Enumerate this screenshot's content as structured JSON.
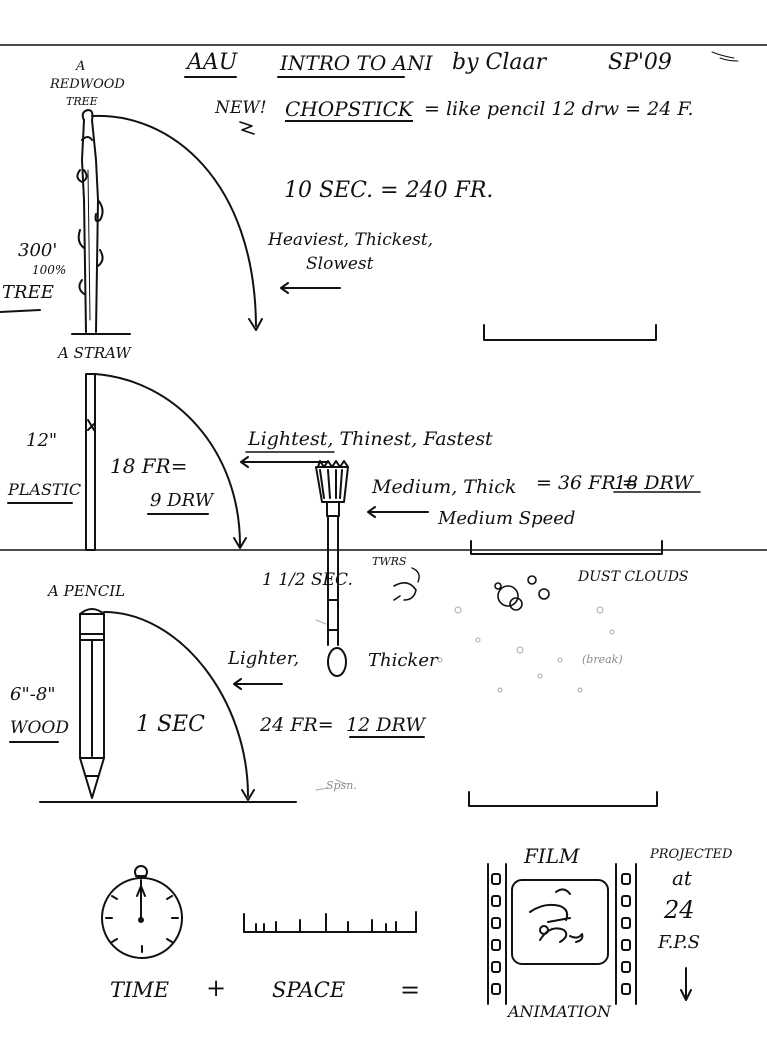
{
  "header": {
    "course_code": "AAU",
    "title": "INTRO TO ANI",
    "author": "by Claar",
    "term": "SP'09"
  },
  "notes": {
    "new": "NEW!",
    "chopstick": "CHOPSTICK",
    "chopstick_rest": "= like pencil  12 drw = 24 F.",
    "seconds": "10 SEC. = 240 FR."
  },
  "tree": {
    "title_a": "A",
    "title_b": "REDWOOD",
    "title_c": "TREE",
    "height": "300'",
    "percent": "100%",
    "label": "TREE",
    "description_1": "Heaviest, Thickest,",
    "description_2": "Slowest"
  },
  "straw": {
    "title": "A STRAW",
    "height": "12\"",
    "material": "PLASTIC",
    "frames": "18 FR=",
    "drawings": "9 DRW",
    "description": "Lightest, Thinest, Fastest"
  },
  "brush": {
    "description_1": "Medium, Thick",
    "description_2": "Medium Speed",
    "frames_part": "= 36 FR =",
    "drawings_part": "18 DRW",
    "duration": "1 1/2 SEC.",
    "turns": "TWRS",
    "dust": "DUST CLOUDS",
    "sketch_note": "(break)",
    "sketch_note_2": "Spsn."
  },
  "pencil": {
    "title": "A PENCIL",
    "height": "6\"-8\"",
    "material": "WOOD",
    "duration": "1 SEC",
    "description_1": "Lighter,",
    "description_2": "Thicker",
    "frames_part": "24 FR=",
    "drawings_part": "12 DRW"
  },
  "equation": {
    "time": "TIME",
    "plus": "+",
    "space": "SPACE",
    "equals": "=",
    "film": "FILM",
    "animation": "ANIMATION",
    "projected": "PROJECTED",
    "at": "at",
    "fps_number": "24",
    "fps": "F.P.S"
  }
}
